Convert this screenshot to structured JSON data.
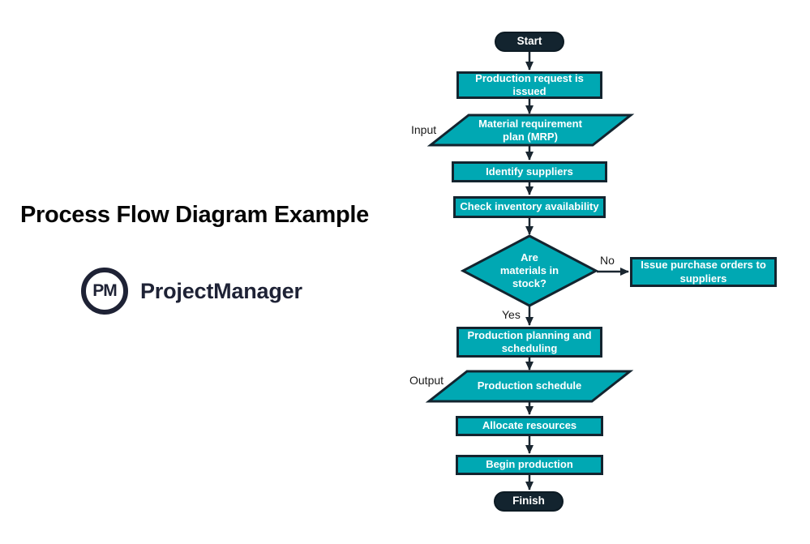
{
  "title": "Process Flow Diagram Example",
  "logo": {
    "monogram": "PM",
    "name": "ProjectManager"
  },
  "colors": {
    "shape_teal": "#00A8B3",
    "dark_navy": "#13242F",
    "node_text": "#FFFFFF",
    "logo_navy": "#1E2235"
  },
  "flowchart": {
    "nodes": {
      "start": "Start",
      "production_request": "Production request is issued",
      "mrp": "Material requirement plan (MRP)",
      "identify_suppliers": "Identify suppliers",
      "check_inventory": "Check inventory availability",
      "decision": "Are materials in stock?",
      "issue_purchase_orders": "Issue purchase orders to suppliers",
      "production_planning": "Production planning and scheduling",
      "production_schedule": "Production schedule",
      "allocate_resources": "Allocate resources",
      "begin_production": "Begin production",
      "finish": "Finish"
    },
    "edge_labels": {
      "input": "Input",
      "output": "Output",
      "yes": "Yes",
      "no": "No"
    }
  }
}
